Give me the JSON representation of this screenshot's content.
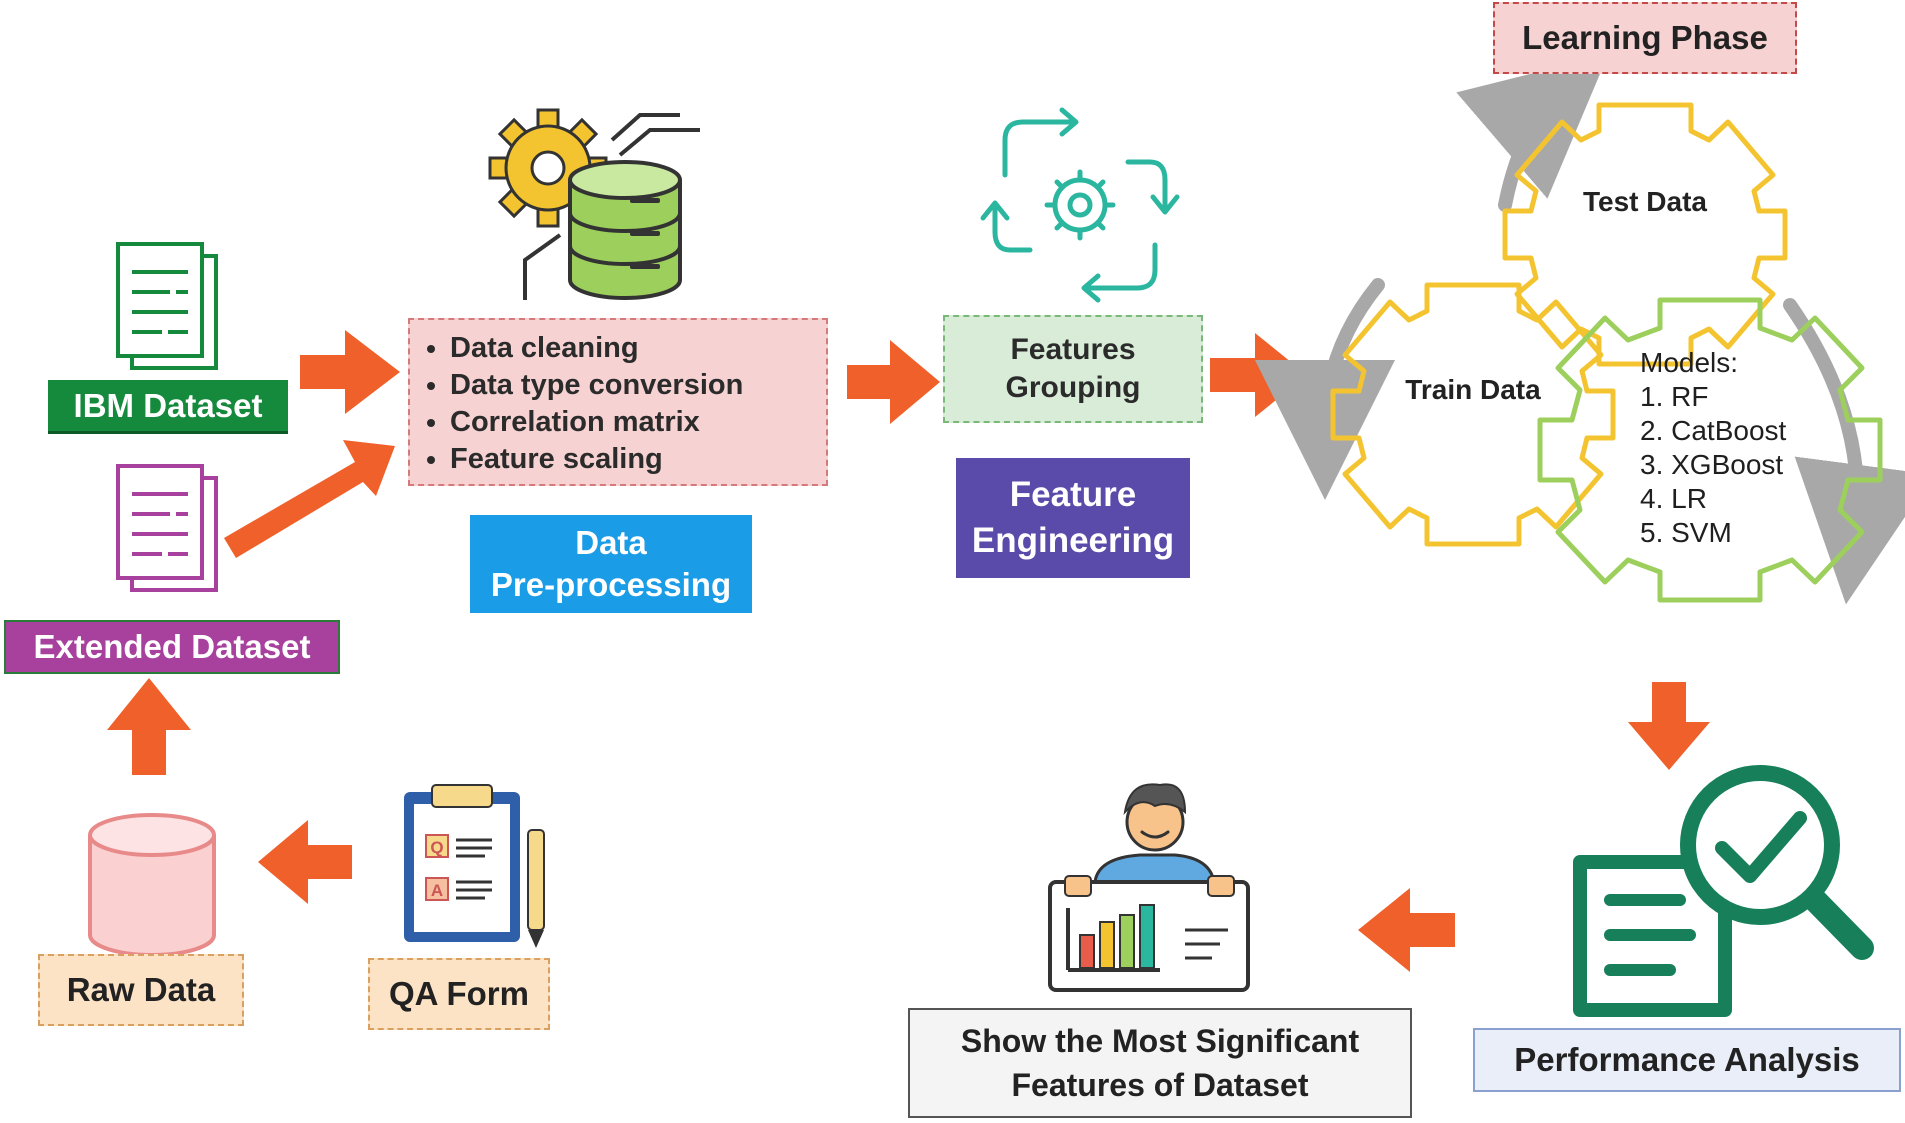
{
  "nodes": {
    "ibm_dataset": "IBM Dataset",
    "extended_dataset": "Extended Dataset",
    "raw_data": "Raw Data",
    "qa_form": "QA Form",
    "preprocessing_steps": [
      "Data cleaning",
      "Data type conversion",
      "Correlation matrix",
      "Feature scaling"
    ],
    "preprocessing_title_line1": "Data",
    "preprocessing_title_line2": "Pre-processing",
    "features_grouping_line1": "Features",
    "features_grouping_line2": "Grouping",
    "feature_engineering_line1": "Feature",
    "feature_engineering_line2": "Engineering",
    "learning_phase": "Learning Phase",
    "test_data": "Test Data",
    "train_data": "Train Data",
    "models_title": "Models:",
    "models": [
      "1. RF",
      "2. CatBoost",
      "3. XGBoost",
      "4. LR",
      "5. SVM"
    ],
    "performance_analysis": "Performance Analysis",
    "significant_line1": "Show the Most Significant",
    "significant_line2": "Features of Dataset"
  },
  "icon_text": {
    "question_letter": "Q",
    "answer_letter": "A"
  },
  "colors": {
    "arrow": "#f0602a",
    "ibm_green": "#168a3c",
    "extended_purple": "#a8409e",
    "preprocessing_blue": "#1b9ce6",
    "feature_purple": "#5a4aaa",
    "dashed_pink": "#f7d2d2",
    "dashed_green": "#d9ecd8",
    "dashed_orange": "#fde3c5",
    "gear_yellow": "#f4c430",
    "gear_green": "#9ccf5c",
    "perf_green": "#17805a",
    "cycle_gray": "#a8a8a8"
  }
}
